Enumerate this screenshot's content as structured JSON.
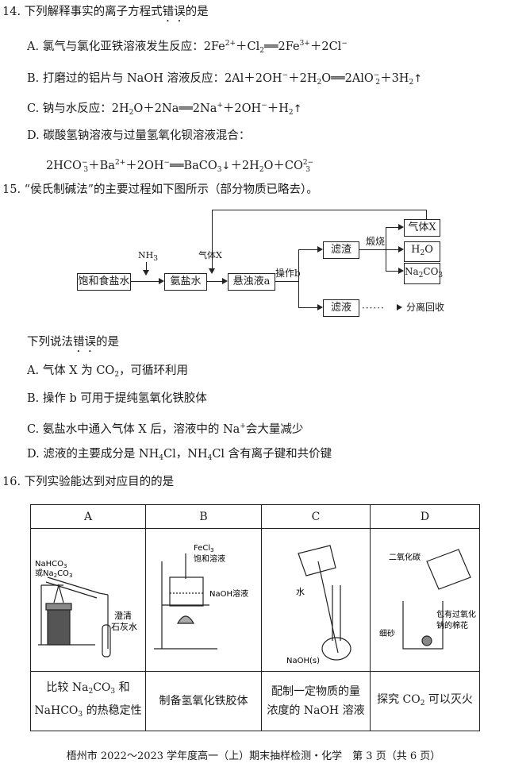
{
  "q14": {
    "stem": "14. 下列解释事实的离子方程式",
    "emph": "错误",
    "stem_end": "的是",
    "opt_a": [
      "A. 氯气与氯化亚铁溶液发生反应：2Fe",
      "2+",
      "＋Cl",
      "2",
      "══2Fe",
      "3+",
      "＋2Cl",
      "−"
    ],
    "opt_b_prefix": "B. 打磨过的铝片与 NaOH 溶液反应：2Al＋2OH",
    "opt_b_rest": "＋2H",
    "opt_b_rest2": "O══2AlO",
    "opt_b_rest3": "＋3H",
    "opt_c_prefix": "C. 钠与水反应：2H",
    "opt_c_rest": "O＋2Na══2Na",
    "opt_c_rest2": "＋2OH",
    "opt_c_rest3": "＋H",
    "opt_d": "D. 碳酸氢钠溶液与过量氢氧化钡溶液混合：",
    "opt_d_eq1": "2HCO",
    "opt_d_eq2": "＋Ba",
    "opt_d_eq3": "＋2OH",
    "opt_d_eq4": "══BaCO",
    "opt_d_eq5": "＋2H",
    "opt_d_eq6": "O＋CO"
  },
  "q15": {
    "stem": "15. “侯氏制碱法”的主要过程如下图所示（部分物质已略去）。",
    "flow": {
      "nh3": "NH",
      "gas_x_in": "气体X",
      "saturated_brine": "饱和食盐水",
      "ammonia_brine": "氨盐水",
      "suspension": "悬浊液a",
      "operation_b": "操作b",
      "residue": "滤渣",
      "calcine": "煅烧",
      "gas_x_out": "气体X",
      "h2o": "H",
      "na2co3": "Na",
      "filtrate": "滤液",
      "recover": "分离回收"
    },
    "ask_prefix": "下列说法",
    "ask_emph": "错误",
    "ask_end": "的是",
    "opt_a": "A. 气体 X 为 CO",
    "opt_a_end": "，可循环利用",
    "opt_b": "B. 操作 b 可用于提纯氢氧化铁胶体",
    "opt_c_prefix": "C. 氨盐水中通入气体 X 后，溶液中的 Na",
    "opt_c_end": "会大量减少",
    "opt_d_prefix": "D. 滤液的主要成分是 NH",
    "opt_d_mid": "Cl，NH",
    "opt_d_end": "Cl 含有离子键和共价键"
  },
  "q16": {
    "stem": "16. 下列实验能达到对应目的的是",
    "headers": [
      "A",
      "B",
      "C",
      "D"
    ],
    "a_labels": {
      "chem1": "NaHCO",
      "chem2": "或Na",
      "chem3": "CO",
      "limewater1": "澄清",
      "limewater2": "石灰水"
    },
    "b_labels": {
      "fecl3": "FeCl",
      "fecl3_2": "饱和溶液",
      "naoh": "NaOH溶液"
    },
    "c_labels": {
      "water": "水",
      "naoh_s": "NaOH(s)"
    },
    "d_labels": {
      "co2": "二氧化碳",
      "sand": "细砂",
      "cotton1": "包有过氧化",
      "cotton2": "钠的棉花"
    },
    "captions": {
      "a1": "比较 Na",
      "a1b": "CO",
      "a1c": " 和",
      "a2": "NaHCO",
      "a2b": " 的热稳定性",
      "b": "制备氢氧化铁胶体",
      "c1": "配制一定物质的量",
      "c2": "浓度的 NaOH 溶液",
      "d": "探究 CO",
      "d_end": " 可以灭火"
    }
  },
  "footer": "梧州市 2022～2023 学年度高一（上）期末抽样检测・化学　第 3 页（共 6 页）"
}
